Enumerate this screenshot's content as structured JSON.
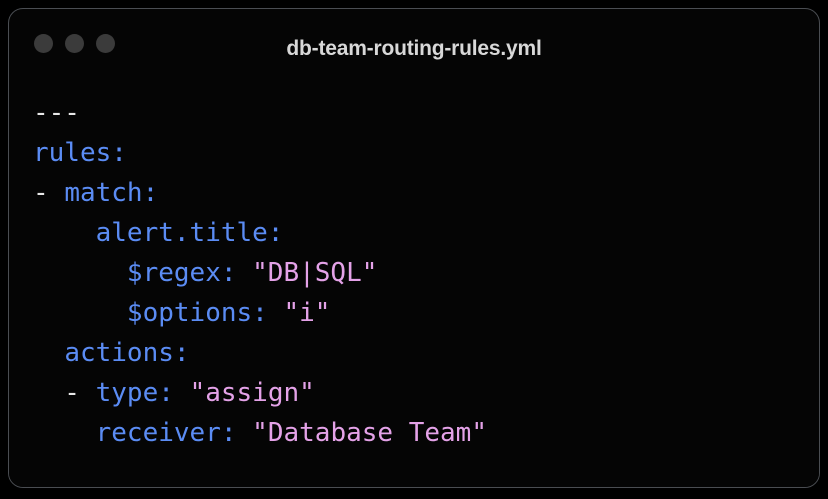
{
  "window": {
    "title": "db-team-routing-rules.yml",
    "traffic_lights": [
      {
        "name": "close",
        "color": "#3b3b3b"
      },
      {
        "name": "minimize",
        "color": "#3b3b3b"
      },
      {
        "name": "maximize",
        "color": "#3b3b3b"
      }
    ],
    "background": "#050505",
    "border_color": "#4a4d52"
  },
  "theme": {
    "key_color": "#5b8cf4",
    "string_color": "#e4a2e8",
    "plain_color": "#e8e8e8"
  },
  "code": {
    "language": "yaml",
    "lines": [
      {
        "id": "line-1",
        "text": "---",
        "tokens": [
          {
            "t": "---",
            "k": "plain"
          }
        ]
      },
      {
        "id": "line-2",
        "text": "rules:",
        "tokens": [
          {
            "t": "rules:",
            "k": "key"
          }
        ]
      },
      {
        "id": "line-3",
        "text": "- match:",
        "tokens": [
          {
            "t": "- ",
            "k": "plain"
          },
          {
            "t": "match:",
            "k": "key"
          }
        ]
      },
      {
        "id": "line-4",
        "text": "    alert.title:",
        "tokens": [
          {
            "t": "    ",
            "k": "plain"
          },
          {
            "t": "alert.title:",
            "k": "key"
          }
        ]
      },
      {
        "id": "line-5",
        "text": "      $regex: \"DB|SQL\"",
        "tokens": [
          {
            "t": "      ",
            "k": "plain"
          },
          {
            "t": "$regex:",
            "k": "key"
          },
          {
            "t": " ",
            "k": "plain"
          },
          {
            "t": "\"DB|SQL\"",
            "k": "string"
          }
        ]
      },
      {
        "id": "line-6",
        "text": "      $options: \"i\"",
        "tokens": [
          {
            "t": "      ",
            "k": "plain"
          },
          {
            "t": "$options:",
            "k": "key"
          },
          {
            "t": " ",
            "k": "plain"
          },
          {
            "t": "\"i\"",
            "k": "string"
          }
        ]
      },
      {
        "id": "line-7",
        "text": "  actions:",
        "tokens": [
          {
            "t": "  ",
            "k": "plain"
          },
          {
            "t": "actions:",
            "k": "key"
          }
        ]
      },
      {
        "id": "line-8",
        "text": "  - type: \"assign\"",
        "tokens": [
          {
            "t": "  - ",
            "k": "plain"
          },
          {
            "t": "type:",
            "k": "key"
          },
          {
            "t": " ",
            "k": "plain"
          },
          {
            "t": "\"assign\"",
            "k": "string"
          }
        ]
      },
      {
        "id": "line-9",
        "text": "    receiver: \"Database Team\"",
        "tokens": [
          {
            "t": "    ",
            "k": "plain"
          },
          {
            "t": "receiver:",
            "k": "key"
          },
          {
            "t": " ",
            "k": "plain"
          },
          {
            "t": "\"Database Team\"",
            "k": "string"
          }
        ]
      }
    ]
  }
}
